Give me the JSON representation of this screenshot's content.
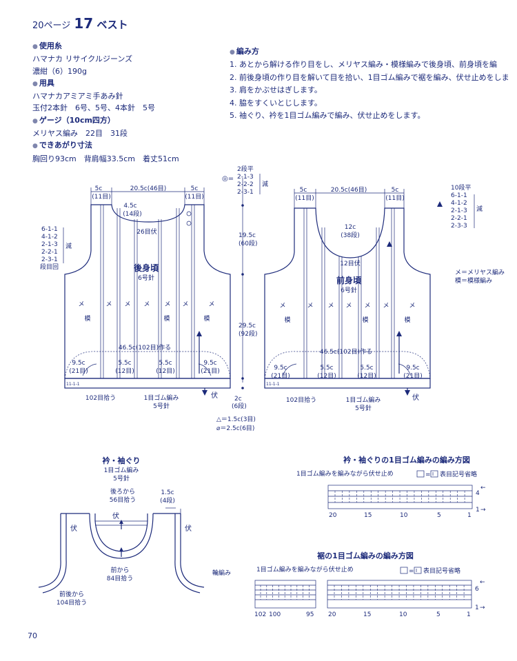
{
  "header": {
    "page_ref": "20ページ",
    "number": "17",
    "title": "ベスト"
  },
  "materials": {
    "yarn_heading": "使用糸",
    "yarn_name": "ハマナカ リサイクルジーンズ",
    "yarn_color": "濃紺（6）190g",
    "tools_heading": "用具",
    "tools_1": "ハマナカアミアミ手あみ針",
    "tools_2": "玉付2本針　6号、5号、4本針　5号",
    "gauge_heading": "ゲージ（10cm四方）",
    "gauge": "メリヤス編み　22目　31段",
    "size_heading": "できあがり寸法",
    "size": "胸回り93cm　背肩幅33.5cm　着丈51cm"
  },
  "instructions": {
    "heading": "編み方",
    "steps": [
      "1. あとから解ける作り目をし、メリヤス編み・模様編みで後身頃、前身頃を編",
      "2. 前後身頃の作り目を解いて目を拾い、1目ゴム編みで裾を編み、伏せ止めをしま",
      "3. 肩をかぶせはぎします。",
      "4. 脇をすくいとじします。",
      "5. 袖ぐり、衿を1目ゴム編みで編み、伏せ止めをします。"
    ]
  },
  "back": {
    "top_left": "5c",
    "top_left_sts": "(11目)",
    "top_mid": "20.5c(46目)",
    "top_right": "5c",
    "top_right_sts": "(11目)",
    "neck": "4.5c",
    "neck_rows": "(14段)",
    "neck_bind": "26目伏",
    "armhole_dec": [
      "6-1-1",
      "4-1-2",
      "2-1-3",
      "2-2-1",
      "2-3-1",
      "段目回"
    ],
    "armhole_dec_label": "減",
    "name": "後身頃",
    "needle": "6号針",
    "cast_on": "46.5c(102目)作る",
    "side_l": "9.5c",
    "side_l_sts": "(21目)",
    "pat_l": "5.5c",
    "pat_l_sts": "(12目)",
    "pat_r": "5.5c",
    "pat_r_sts": "(12目)",
    "side_r": "9.5c",
    "side_r_sts": "(21目)",
    "pickup": "102目拾う",
    "ribbing": "1目ゴム編み",
    "ribbing_needle": "5号針",
    "bindoff": "伏",
    "me": "メ",
    "moyo": "模",
    "hem_num": "11-1-1"
  },
  "center": {
    "shoulder_title": "2段平",
    "shoulder": [
      "2-1-3",
      "2-2-2",
      "2-3-1"
    ],
    "shoulder_label": "減",
    "h1": "19.5c",
    "h1_rows": "(60段)",
    "h2": "29.5c",
    "h2_rows": "(92段)",
    "h3": "2c",
    "h3_rows": "(6段)",
    "legend1": "△＝1.5c(3目)",
    "legend2": "⌀＝2.5c(6目)"
  },
  "front": {
    "top_left": "5c",
    "top_left_sts": "(11目)",
    "top_mid": "20.5c(46目)",
    "top_right": "5c",
    "top_right_sts": "(11目)",
    "neck": "12c",
    "neck_rows": "(38段)",
    "neck_bind": "12目伏",
    "dec_title": "10段平",
    "dec": [
      "6-1-1",
      "4-1-2",
      "2-1-3",
      "2-2-1",
      "2-3-3"
    ],
    "dec_label": "減",
    "name": "前身頃",
    "needle": "6号針",
    "cast_on": "46.5c(102目)作る",
    "side_l": "9.5c",
    "side_l_sts": "(21目)",
    "pat_l": "5.5c",
    "pat_l_sts": "(12目)",
    "pat_r": "5.5c",
    "pat_r_sts": "(12目)",
    "side_r": "9.5c",
    "side_r_sts": "(21目)",
    "pickup": "102目拾う",
    "ribbing": "1目ゴム編み",
    "ribbing_needle": "5号針",
    "bindoff": "伏",
    "legend_me": "メ＝メリヤス編み",
    "legend_moyo": "模＝模様編み",
    "me": "メ",
    "moyo": "模",
    "hem_num": "11-1-1"
  },
  "collar": {
    "title": "衿・袖ぐり",
    "ribbing": "1目ゴム編み",
    "needle": "5号針",
    "back_pick": "後ろから",
    "back_pick_sts": "56目拾う",
    "width": "1.5c",
    "width_rows": "(4段)",
    "bindoff": "伏",
    "front_pick": "前から",
    "front_pick_sts": "84目拾う",
    "armhole_label": "輪編み",
    "armhole_pick": "前後から",
    "armhole_pick_sts": "104目拾う"
  },
  "chart1": {
    "title": "衿・袖ぐりの1目ゴム編みの編み方図",
    "note": "1目ゴム編みを編みながら伏せ止め",
    "legend": "表目記号省略",
    "x_ticks": [
      "20",
      "15",
      "10",
      "5",
      "1"
    ],
    "y_ticks": [
      "4",
      "1"
    ]
  },
  "chart2": {
    "title": "裾の1目ゴム編みの編み方図",
    "note": "1目ゴム編みを編みながら伏せ止め",
    "legend": "表目記号省略",
    "x_ticks": [
      "102",
      "100",
      "95",
      "20",
      "15",
      "10",
      "5",
      "1"
    ],
    "y_ticks": [
      "6",
      "1"
    ]
  },
  "page_number": "70"
}
